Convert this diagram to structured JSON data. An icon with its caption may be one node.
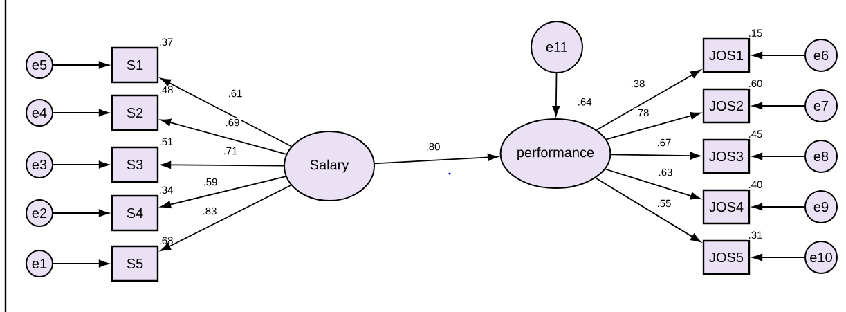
{
  "diagram": {
    "nodes": [
      {
        "text": [
          "e5"
        ]
      },
      {
        "text": [
          "e4"
        ]
      },
      {
        "text": [
          "e3"
        ]
      },
      {
        "text": [
          "e2"
        ]
      },
      {
        "text": [
          "e1"
        ]
      },
      {
        "text": [
          "S1"
        ]
      },
      {
        "text": [
          "S2"
        ]
      },
      {
        "text": [
          "S3"
        ]
      },
      {
        "text": [
          "S4"
        ]
      },
      {
        "text": [
          "S5"
        ]
      },
      {
        "text": [
          "Salary"
        ]
      },
      {
        "text": [
          "e11"
        ]
      },
      {
        "text": [
          "performance"
        ],
        "beside": [
          ".64"
        ]
      },
      {
        "text": [
          "JOS1"
        ]
      },
      {
        "text": [
          "JOS2"
        ]
      },
      {
        "text": [
          "JOS3"
        ]
      },
      {
        "text": [
          "JOS4"
        ]
      },
      {
        "text": [
          "JOS5"
        ]
      },
      {
        "text": [
          "e6"
        ]
      },
      {
        "text": [
          "e7"
        ]
      },
      {
        "text": [
          "e8"
        ]
      },
      {
        "text": [
          "e9"
        ]
      },
      {
        "text": [
          "e10"
        ]
      }
    ],
    "edges": [
      {
        "from": 0,
        "to": 5,
        "arrow": "to"
      },
      {
        "from": 1,
        "to": 6,
        "arrow": "to"
      },
      {
        "from": 2,
        "to": 7,
        "arrow": "to"
      },
      {
        "from": 3,
        "to": 8,
        "arrow": "to"
      },
      {
        "from": 4,
        "to": 9,
        "arrow": "to"
      },
      {
        "from": 10,
        "to": 5,
        "arrow": "to",
        "label": ".61"
      },
      {
        "from": 10,
        "to": 6,
        "arrow": "to",
        "label": ".69"
      },
      {
        "from": 10,
        "to": 7,
        "arrow": "to",
        "label": ".71"
      },
      {
        "from": 10,
        "to": 8,
        "arrow": "to",
        "label": ".59"
      },
      {
        "from": 10,
        "to": 9,
        "arrow": "to",
        "label": ".83"
      },
      {
        "from": 10,
        "to": 12,
        "arrow": "to",
        "label": ".80"
      },
      {
        "from": 11,
        "to": 12,
        "arrow": "to"
      },
      {
        "from": 12,
        "to": 13,
        "arrow": "to",
        "label": ".38"
      },
      {
        "from": 12,
        "to": 14,
        "arrow": "to",
        "label": ".78"
      },
      {
        "from": 12,
        "to": 15,
        "arrow": "to",
        "label": ".67"
      },
      {
        "from": 12,
        "to": 16,
        "arrow": "to",
        "label": ".63"
      },
      {
        "from": 12,
        "to": 17,
        "arrow": "to",
        "label": ".55"
      },
      {
        "from": 18,
        "to": 13,
        "arrow": "to"
      },
      {
        "from": 19,
        "to": 14,
        "arrow": "to"
      },
      {
        "from": 20,
        "to": 15,
        "arrow": "to"
      },
      {
        "from": 21,
        "to": 16,
        "arrow": "to"
      },
      {
        "from": 22,
        "to": 17,
        "arrow": "to"
      }
    ],
    "labels": [
      ".37",
      ".48",
      ".51",
      ".34",
      ".68",
      ".15",
      ".60",
      ".45",
      ".40",
      ".31"
    ]
  }
}
